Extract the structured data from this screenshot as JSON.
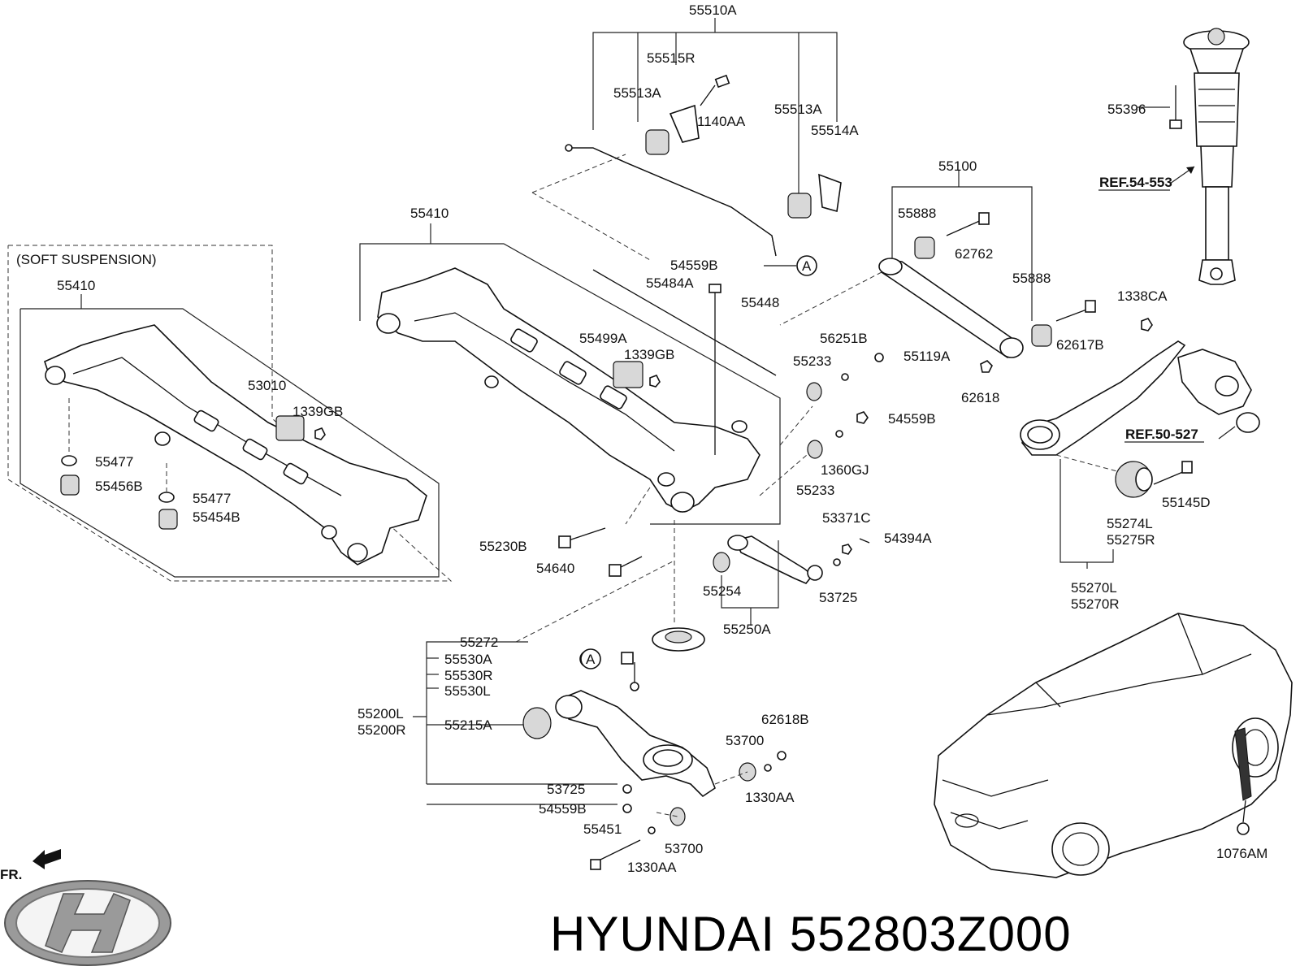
{
  "brand": {
    "caption": "HYUNDAI 552803Z000",
    "logo": "hyundai-logo"
  },
  "direction": {
    "label": "FR."
  },
  "callouts": {
    "soft_suspension": "(SOFT SUSPENSION)",
    "circle_a_1": "A",
    "circle_a_2": "A"
  },
  "refs": {
    "ref_54_553": "REF.54-553",
    "ref_50_527": "REF.50-527"
  },
  "parts": {
    "p55510A": "55510A",
    "p55515R": "55515R",
    "p55513A_left": "55513A",
    "p1140AA": "1140AA",
    "p55513A_right": "55513A",
    "p55514A": "55514A",
    "p55396": "55396",
    "p55100": "55100",
    "p55888_top": "55888",
    "p62762": "62762",
    "p55888_bot": "55888",
    "p1338CA": "1338CA",
    "p62617B": "62617B",
    "p62618": "62618",
    "p55410_main": "55410",
    "p54559B_top": "54559B",
    "p55484A": "55484A",
    "p55448": "55448",
    "p55499A": "55499A",
    "p1339GB_main": "1339GB",
    "p56251B": "56251B",
    "p55233_top": "55233",
    "p55119A": "55119A",
    "p54559B_mid": "54559B",
    "p1360GJ": "1360GJ",
    "p55233_bot": "55233",
    "p55410_soft": "55410",
    "p53010": "53010",
    "p1339GB_soft": "1339GB",
    "p55477_a": "55477",
    "p55456B": "55456B",
    "p55477_b": "55477",
    "p55454B": "55454B",
    "p55230B": "55230B",
    "p54640": "54640",
    "p53371C": "53371C",
    "p54394A": "54394A",
    "p55254": "55254",
    "p53725_top": "53725",
    "p55250A": "55250A",
    "p55274L": "55274L",
    "p55275R": "55275R",
    "p55145D": "55145D",
    "p55270L": "55270L",
    "p55270R": "55270R",
    "p55272": "55272",
    "p55530A": "55530A",
    "p55530R": "55530R",
    "p55530L": "55530L",
    "p55200L": "55200L",
    "p55200R": "55200R",
    "p55215A": "55215A",
    "p62618B": "62618B",
    "p53700_top": "53700",
    "p53725_bot": "53725",
    "p1330AA_top": "1330AA",
    "p54559B_bot": "54559B",
    "p55451": "55451",
    "p53700_bot": "53700",
    "p1330AA_bot": "1330AA",
    "p1076AM": "1076AM"
  }
}
